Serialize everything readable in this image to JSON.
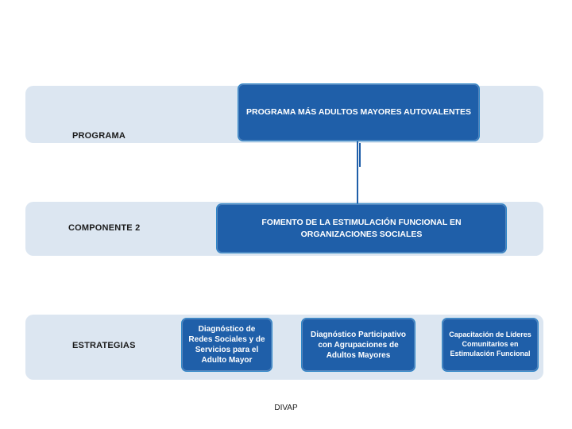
{
  "diagram": {
    "rows": [
      {
        "label": "PROGRAMA"
      },
      {
        "label": "COMPONENTE 2"
      },
      {
        "label": "ESTRATEGIAS"
      }
    ],
    "program_box": "PROGRAMA MÁS ADULTOS MAYORES AUTOVALENTES",
    "component_box": "FOMENTO DE LA ESTIMULACIÓN FUNCIONAL EN ORGANIZACIONES SOCIALES",
    "strategies": [
      "Diagnóstico de Redes Sociales y de Servicios para el Adulto Mayor",
      "Diagnóstico Participativo con Agrupaciones de Adultos Mayores",
      "Capacitación de Líderes Comunitarios en Estimulación Funcional"
    ],
    "footer": "DIVAP",
    "colors": {
      "band": "#dce6f1",
      "box": "#1f5fa9",
      "box_border": "#2e86c8",
      "text": "#ffffff"
    }
  }
}
